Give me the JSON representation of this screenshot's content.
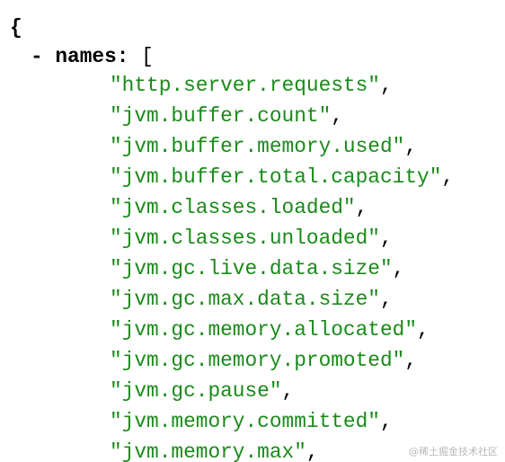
{
  "json": {
    "open_brace": "{",
    "collapse_toggle": "-",
    "key": "names:",
    "open_bracket": "[",
    "items": [
      "\"http.server.requests\"",
      "\"jvm.buffer.count\"",
      "\"jvm.buffer.memory.used\"",
      "\"jvm.buffer.total.capacity\"",
      "\"jvm.classes.loaded\"",
      "\"jvm.classes.unloaded\"",
      "\"jvm.gc.live.data.size\"",
      "\"jvm.gc.max.data.size\"",
      "\"jvm.gc.memory.allocated\"",
      "\"jvm.gc.memory.promoted\"",
      "\"jvm.gc.pause\"",
      "\"jvm.memory.committed\"",
      "\"jvm.memory.max\""
    ],
    "separator": ","
  },
  "watermark": "@稀土掘金技术社区",
  "colors": {
    "string": "#1a8a1a",
    "key": "#000000",
    "watermark": "#b8b8b8"
  }
}
